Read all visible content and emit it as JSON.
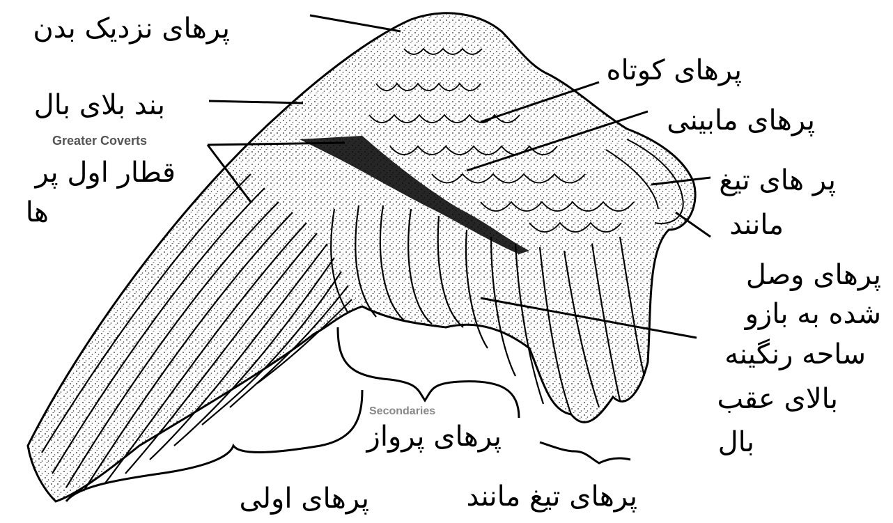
{
  "diagram": {
    "labels": {
      "near_body": "پرهای نزدیک بدن",
      "upper_band": "بند بلای بال",
      "first_row": "قطار اول پر",
      "first_row_2": "ها",
      "short": "پرهای کوتاه",
      "middle": "پرهای مابینی",
      "blade_like_1": "پر های تیغ",
      "blade_like_2": "مانند",
      "joined_1": "پرهای وصل",
      "joined_2": "شده به بازو",
      "colored_1": "ساحه رنگینه",
      "colored_2": "بالای عقب",
      "colored_3": "بال",
      "flight": "پرهای پرواز",
      "primaries": "پرهای اولی",
      "blade_bottom": "پرهای تیغ مانند"
    },
    "faint_text": {
      "greater_coverts": "Greater Coverts",
      "secondaries": "Secondaries"
    },
    "colors": {
      "ink": "#000000",
      "paper": "#ffffff"
    }
  }
}
